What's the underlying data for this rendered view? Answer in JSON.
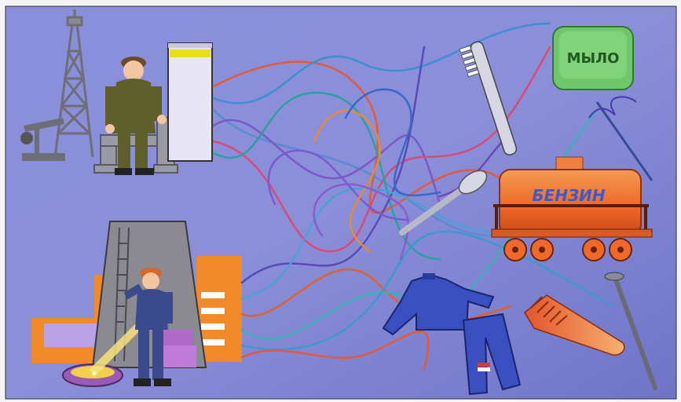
{
  "illustration": {
    "soap_label": "МЫЛО",
    "tank_label": "БЕНЗИН",
    "colors": {
      "background": "#7c80d2",
      "soap": "#6fc76a",
      "tank": "#ef6a2a",
      "factory": "#f08a2a",
      "worker_oil": "#5a5a2a",
      "worker_metal": "#3a4a8a",
      "clothes": "#3a4fc0"
    },
    "objects": [
      "oil-derrick",
      "oil-worker",
      "oil-pipe-tank",
      "steel-mill",
      "steel-worker",
      "soap",
      "toothbrush",
      "needle",
      "spoon",
      "fuel-tank-car",
      "clothes",
      "comb",
      "nail"
    ]
  }
}
